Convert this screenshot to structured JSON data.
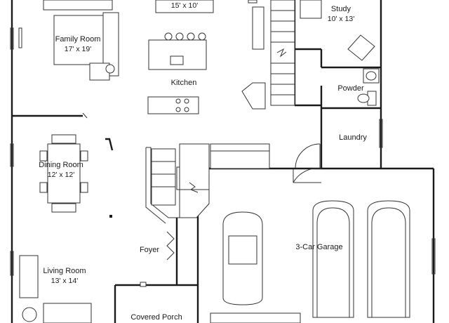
{
  "rooms": {
    "family": {
      "name": "Family Room",
      "dim": "17' x 19'"
    },
    "dining_top": {
      "name": "",
      "dim": "15' x 10'"
    },
    "kitchen": {
      "name": "Kitchen",
      "dim": ""
    },
    "study": {
      "name": "Study",
      "dim": "10' x 13'"
    },
    "powder": {
      "name": "Powder",
      "dim": ""
    },
    "laundry": {
      "name": "Laundry",
      "dim": ""
    },
    "dining": {
      "name": "Dining Room",
      "dim": "12' x 12'"
    },
    "garage": {
      "name": "3-Car Garage",
      "dim": ""
    },
    "foyer": {
      "name": "Foyer",
      "dim": ""
    },
    "living": {
      "name": "Living Room",
      "dim": "13' x 14'"
    },
    "porch": {
      "name": "Covered Porch",
      "dim": ""
    }
  }
}
